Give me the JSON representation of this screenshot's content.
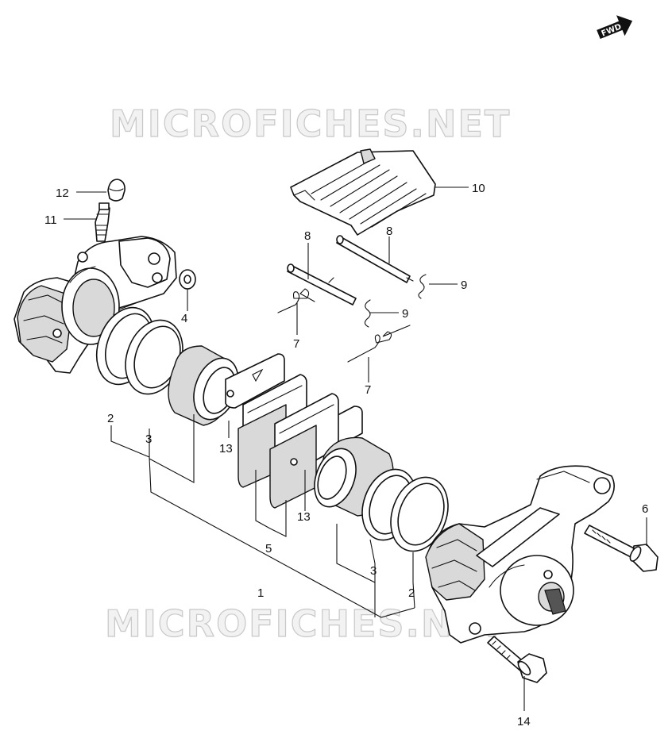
{
  "watermark": "MICROFICHES.NET",
  "fwd_label": "FWD",
  "callouts": {
    "c1": "1",
    "c2a": "2",
    "c2b": "2",
    "c3a": "3",
    "c3b": "3",
    "c4": "4",
    "c5": "5",
    "c6": "6",
    "c7a": "7",
    "c7b": "7",
    "c8a": "8",
    "c8b": "8",
    "c9a": "9",
    "c9b": "9",
    "c10": "10",
    "c11": "11",
    "c12": "12",
    "c13a": "13",
    "c13b": "13",
    "c14": "14"
  }
}
